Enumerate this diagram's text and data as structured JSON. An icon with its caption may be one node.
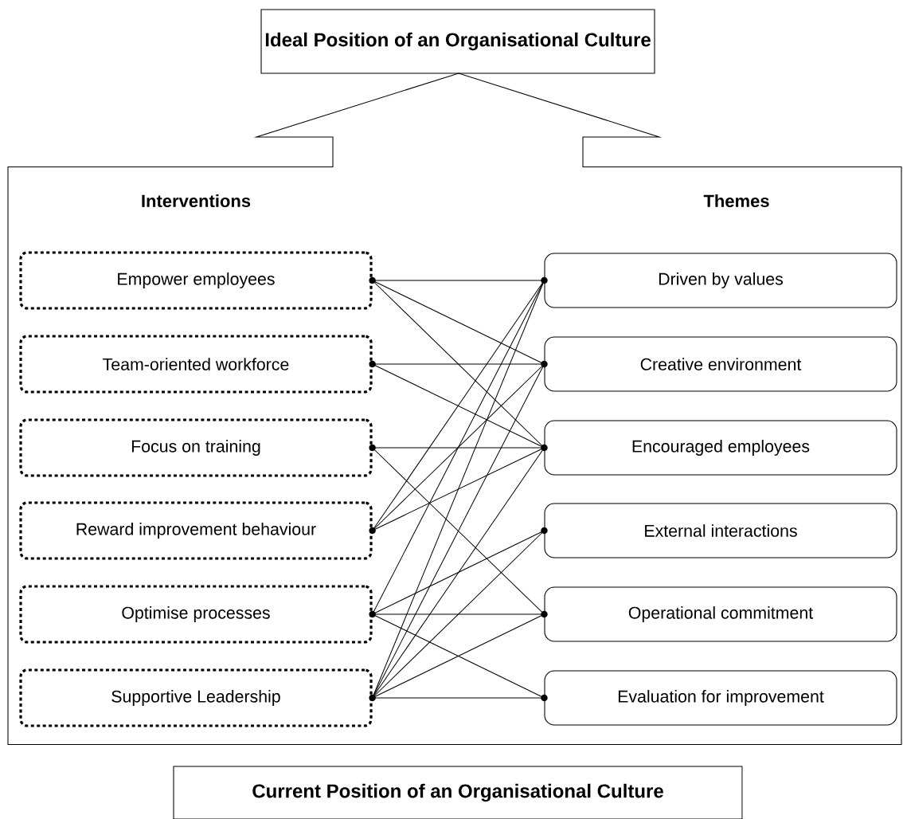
{
  "diagram": {
    "nodes": [
      {
        "text": [
          "Ideal Position of an Organisational Culture"
        ]
      },
      {
        "text": [
          "Interventions",
          "Themes"
        ]
      },
      {
        "text": [
          "Empower employees"
        ],
        "in": 1
      },
      {
        "text": [
          "Team-oriented workforce"
        ],
        "in": 1
      },
      {
        "text": [
          "Focus on training"
        ],
        "in": 1
      },
      {
        "text": [
          "Reward improvement behaviour"
        ],
        "in": 1
      },
      {
        "text": [
          "Optimise processes"
        ],
        "in": 1
      },
      {
        "text": [
          "Supportive Leadership"
        ],
        "in": 1
      },
      {
        "text": [
          "Driven by values"
        ],
        "in": 1
      },
      {
        "text": [
          "Creative environment"
        ],
        "in": 1
      },
      {
        "text": [
          "Encouraged employees"
        ],
        "in": 1
      },
      {
        "text": [
          "External interactions"
        ],
        "in": 1
      },
      {
        "text": [
          "Operational commitment"
        ],
        "in": 1
      },
      {
        "text": [
          "Evaluation for improvement"
        ],
        "in": 1
      },
      {
        "text": [
          "Current Position of an Organisational Culture"
        ]
      }
    ],
    "edges": [
      {
        "from": 2,
        "to": 8,
        "arrow": "none"
      },
      {
        "from": 2,
        "to": 9,
        "arrow": "none"
      },
      {
        "from": 2,
        "to": 10,
        "arrow": "none"
      },
      {
        "from": 3,
        "to": 9,
        "arrow": "none"
      },
      {
        "from": 3,
        "to": 10,
        "arrow": "none"
      },
      {
        "from": 4,
        "to": 10,
        "arrow": "none"
      },
      {
        "from": 4,
        "to": 12,
        "arrow": "none"
      },
      {
        "from": 5,
        "to": 8,
        "arrow": "none"
      },
      {
        "from": 5,
        "to": 9,
        "arrow": "none"
      },
      {
        "from": 5,
        "to": 10,
        "arrow": "none"
      },
      {
        "from": 6,
        "to": 8,
        "arrow": "none"
      },
      {
        "from": 6,
        "to": 11,
        "arrow": "none"
      },
      {
        "from": 6,
        "to": 12,
        "arrow": "none"
      },
      {
        "from": 6,
        "to": 13,
        "arrow": "none"
      },
      {
        "from": 7,
        "to": 8,
        "arrow": "none"
      },
      {
        "from": 7,
        "to": 9,
        "arrow": "none"
      },
      {
        "from": 7,
        "to": 10,
        "arrow": "none"
      },
      {
        "from": 7,
        "to": 11,
        "arrow": "none"
      },
      {
        "from": 7,
        "to": 12,
        "arrow": "none"
      },
      {
        "from": 7,
        "to": 13,
        "arrow": "none"
      }
    ]
  }
}
